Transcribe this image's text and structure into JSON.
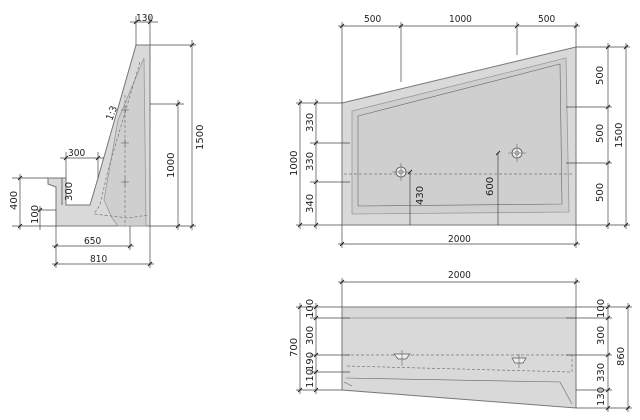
{
  "side_view": {
    "dims": {
      "top": "130",
      "slope": "1:3",
      "height_total": "1500",
      "height_inner": "1000",
      "shelf_width": "300",
      "shelf_depth": "300",
      "left_height": "400",
      "base": "100",
      "width_650": "650",
      "width_810": "810"
    }
  },
  "front_view": {
    "dims": {
      "top_left": "500",
      "top_mid": "1000",
      "top_right": "500",
      "left_1000": "1000",
      "left_330a": "330",
      "left_330b": "330",
      "left_340": "340",
      "drain_430": "430",
      "drain_600": "600",
      "right_500a": "500",
      "right_500b": "500",
      "right_500c": "500",
      "right_1500": "1500",
      "bottom_2000": "2000"
    }
  },
  "top_view": {
    "dims": {
      "top_2000": "2000",
      "left_700": "700",
      "left_100": "100",
      "left_300": "300",
      "left_190": "190",
      "left_110": "110",
      "right_100": "100",
      "right_300": "300",
      "right_330": "330",
      "right_130": "130",
      "right_860": "860"
    }
  }
}
